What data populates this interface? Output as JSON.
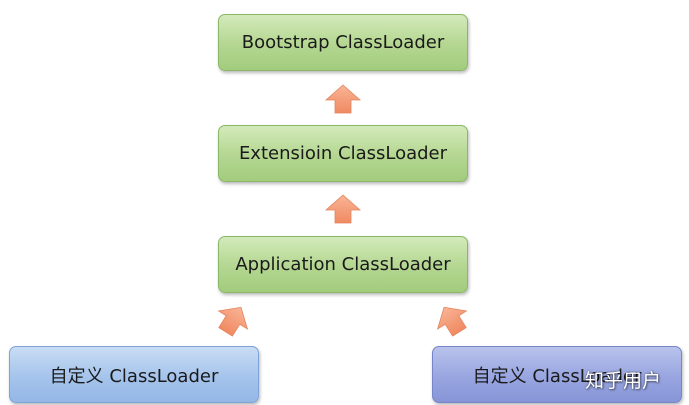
{
  "nodes": {
    "bootstrap": {
      "label": "Bootstrap ClassLoader"
    },
    "extension": {
      "label": "Extensioin ClassLoader"
    },
    "application": {
      "label": "Application ClassLoader"
    },
    "custom_left": {
      "label": "自定义 ClassLoader"
    },
    "custom_right": {
      "label": "自定义 ClassLoader"
    }
  },
  "watermark": "知乎用户",
  "colors": {
    "node_green": "#b3d690",
    "node_blue": "#a5c4ec",
    "node_purple": "#98a5e0",
    "arrow": "#f6a07c"
  }
}
